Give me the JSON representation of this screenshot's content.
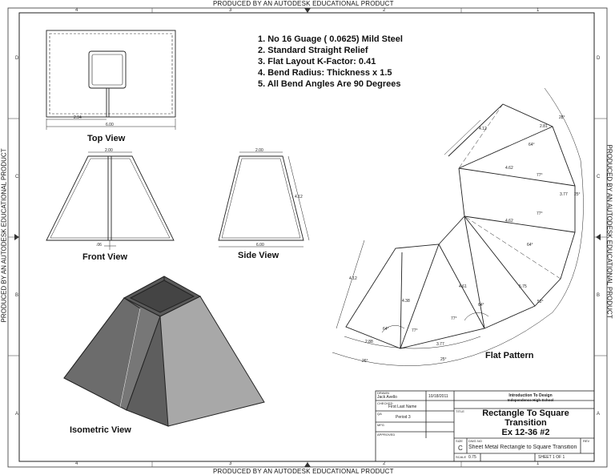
{
  "banner": {
    "text": "PRODUCED BY AN AUTODESK EDUCATIONAL PRODUCT"
  },
  "zones": {
    "columns": [
      "4",
      "3",
      "2",
      "1"
    ],
    "rows": [
      "D",
      "C",
      "B",
      "A"
    ]
  },
  "notes": [
    "1. No 16 Guage ( 0.0625) Mild Steel",
    "2. Standard Straight Relief",
    "3. Flat Layout K-Factor: 0.41",
    "4. Bend Radius: Thickness x 1.5",
    "5. All Bend Angles Are 90 Degrees"
  ],
  "views": {
    "top": {
      "label": "Top View",
      "dim_width": "6.00",
      "dim_offset": "2.94"
    },
    "front": {
      "label": "Front View",
      "dim_top": "2.00",
      "dim_gap": ".06"
    },
    "side": {
      "label": "Side View",
      "dim_top": "2.00",
      "dim_bottom": "6.00",
      "dim_slant": "4.12"
    },
    "isometric": {
      "label": "Isometric View"
    },
    "flat": {
      "label": "Flat Pattern",
      "dims": [
        "4.12",
        "2.81",
        "28°",
        "64°",
        "4.62",
        "77°",
        "3.77",
        "25°",
        "4.62",
        "77°",
        "64°",
        "5.75",
        "52°",
        "4.61",
        "64°",
        "77°",
        "4.12",
        "4.38",
        "64°",
        "77°",
        "2.88",
        "3.77",
        "26°",
        "25°"
      ]
    }
  },
  "title_block": {
    "drawn_by": "Jack Avello",
    "drawn_label": "DRAWN",
    "date": "10/18/2011",
    "checked_label": "CHECKED",
    "first_last": "First Last Name",
    "qa_label": "QA",
    "period": "Period 3",
    "mfg_label": "MFG",
    "approved_label": "APPROVED",
    "course": "Introduction To Design",
    "school": "Independence High School",
    "title_label": "TITLE",
    "title_line1": "Rectangle To Square",
    "title_line2": "Transition",
    "title_line3": "Ex 12-36 #2",
    "size_label": "SIZE",
    "size": "C",
    "dwg_label": "DWG NO",
    "dwg_no": "Sheet Metal Rectangle to Square Transition",
    "rev_label": "REV",
    "scale_label": "SCALE",
    "scale": "0.75",
    "sheet": "SHEET 1  OF 1"
  }
}
